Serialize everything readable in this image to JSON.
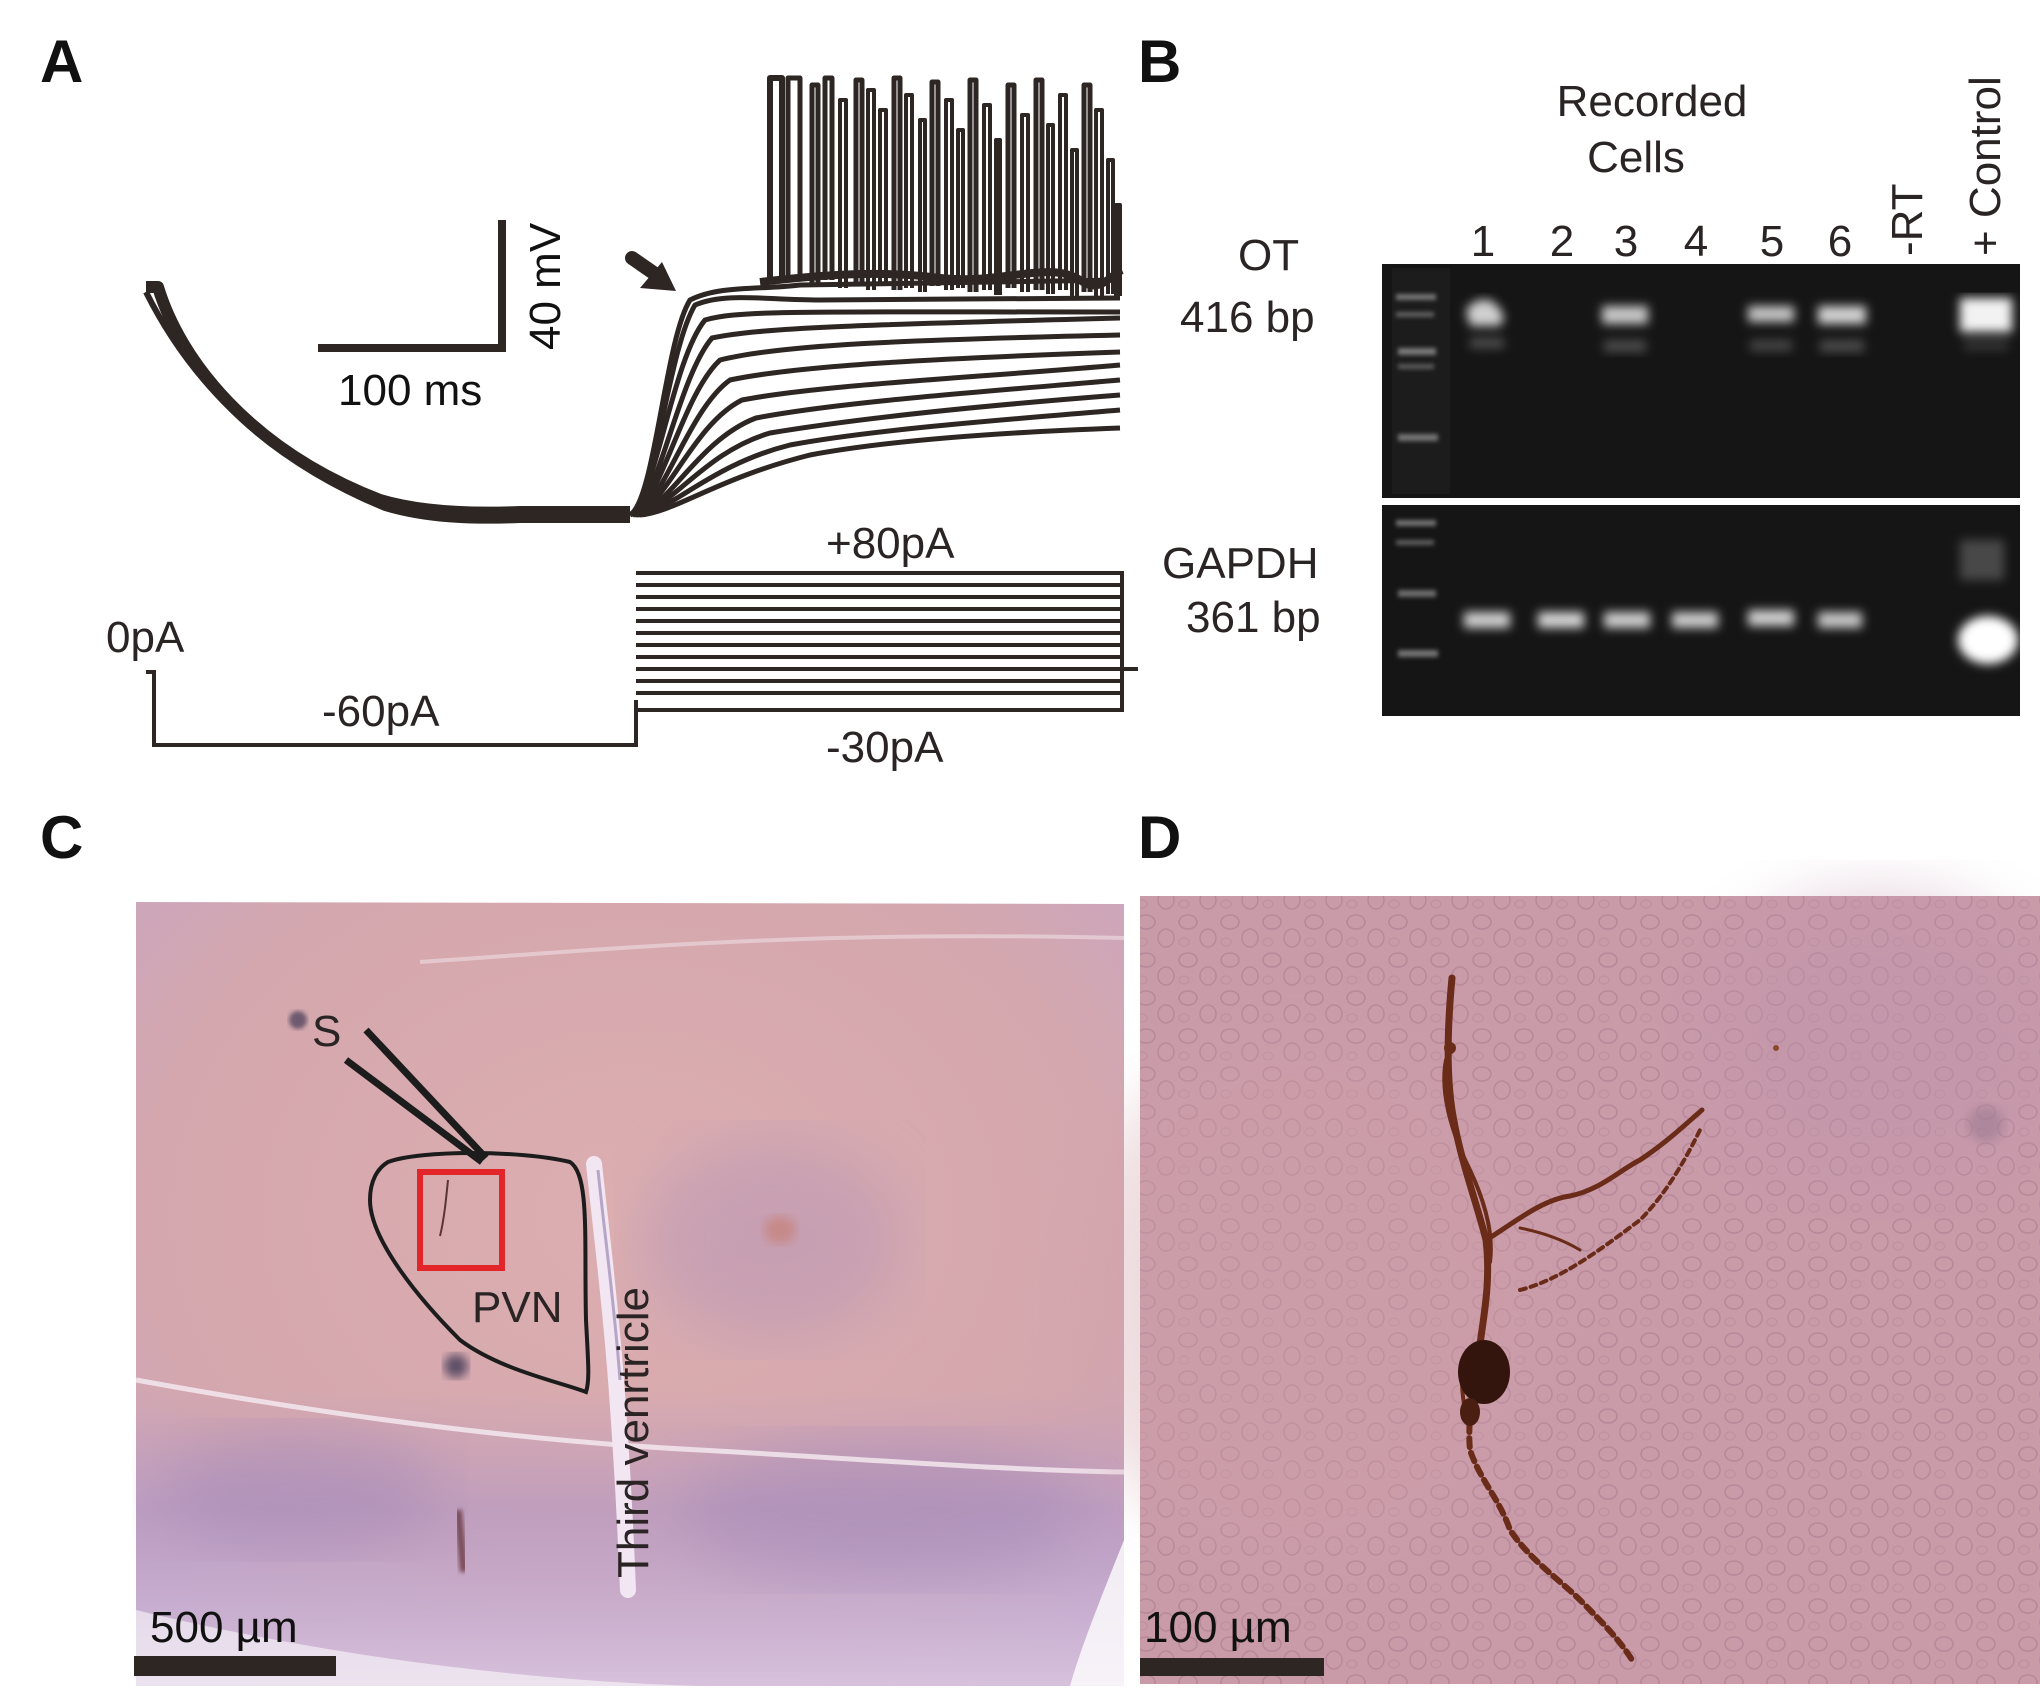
{
  "panels": {
    "a": {
      "letter": "A",
      "scale_time": "100 ms",
      "scale_voltage": "40 mV",
      "current_labels": {
        "zero": "0pA",
        "hyper": "-60pA",
        "max": "+80pA",
        "min": "-30pA"
      }
    },
    "b": {
      "letter": "B",
      "title_line1": "Recorded",
      "title_line2": "Cells",
      "lanes": [
        "1",
        "2",
        "3",
        "4",
        "5",
        "6"
      ],
      "neg_control": "-RT",
      "pos_control": "+ Control",
      "ot_name": "OT",
      "ot_size": "416 bp",
      "gapdh_name": "GAPDH",
      "gapdh_size": "361 bp"
    },
    "c": {
      "letter": "C",
      "stim_label": "S",
      "region_label": "PVN",
      "ventricle_label": "Third venrtricle",
      "scale_label": "500 µm"
    },
    "d": {
      "letter": "D",
      "scale_label": "100 µm"
    }
  },
  "colors": {
    "trace": "#2e2623",
    "gel_bg": "#141414",
    "tissue_c": "#d7a9ad",
    "tissue_d": "#cc9aa8",
    "roi_box": "#e32428",
    "stain": "#5a2412"
  }
}
